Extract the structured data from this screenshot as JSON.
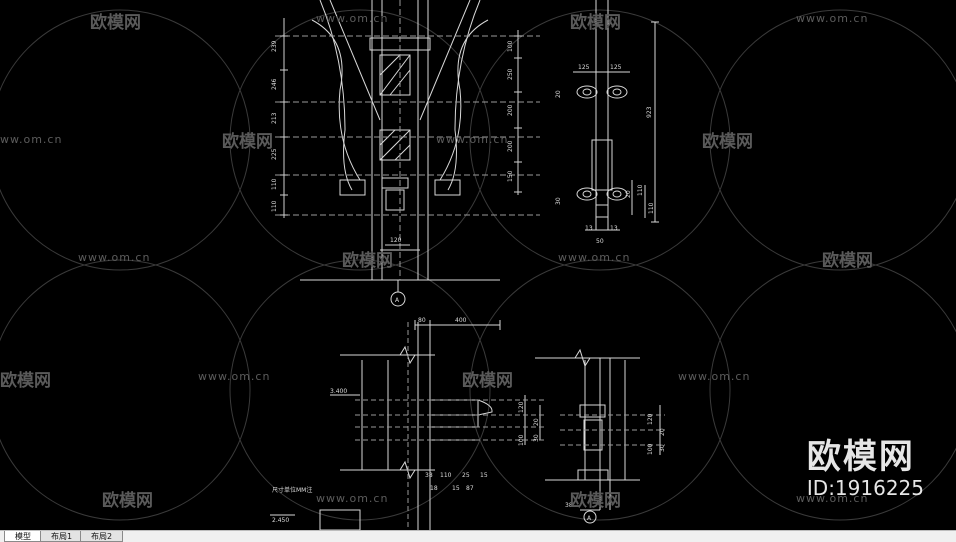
{
  "watermark": {
    "url_text": "www.om.cn",
    "logo_text": "欧模网"
  },
  "brand": {
    "name": "欧模网",
    "id_text": "ID:1916225"
  },
  "tabs": [
    {
      "label": "模型",
      "active": true
    },
    {
      "label": "布局1",
      "active": false
    },
    {
      "label": "布局2",
      "active": false
    }
  ],
  "drawing": {
    "dims_left": [
      "239",
      "246",
      "213",
      "225",
      "110",
      "110"
    ],
    "dims_mid": [
      "100",
      "250",
      "200",
      "200",
      "150"
    ],
    "dim_bottom_1": "120",
    "dims_right_top": [
      "125",
      "125"
    ],
    "dims_right_side": [
      "20",
      "30",
      "20",
      "110",
      "110"
    ],
    "dim_right_total": "923",
    "dims_right_bottom": [
      "13",
      "13",
      "50"
    ],
    "section_mark": "A",
    "lower_top_dims": [
      "80",
      "400"
    ],
    "level_1": "3.400",
    "level_2": "2.450",
    "lower_dims_side": [
      "120",
      "20",
      "100",
      "30"
    ],
    "lower_dims_bottom": [
      "38",
      "110",
      "25",
      "18",
      "15",
      "87",
      "15"
    ],
    "lower_right_dims": [
      "120",
      "20",
      "100",
      "30"
    ],
    "lower_right_bottom": [
      "38",
      "A"
    ],
    "note_text": "尺寸单位MM注"
  }
}
